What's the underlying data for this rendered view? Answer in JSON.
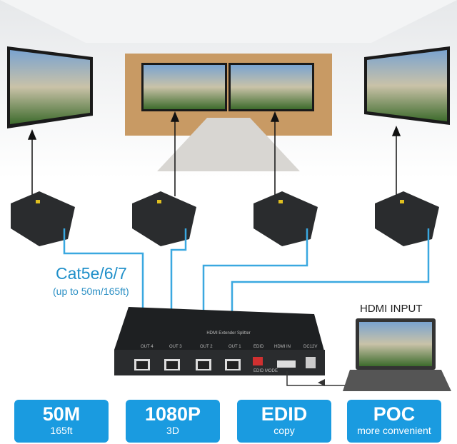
{
  "cable": {
    "title": "Cat5e/6/7",
    "subtitle": "(up to 50m/165ft)"
  },
  "input_label": "HDMI INPUT",
  "device": {
    "name": "HDMI Extender Splitter",
    "ports": [
      "OUT 4",
      "OUT 3",
      "OUT 2",
      "OUT 1",
      "EDID",
      "HDMI IN",
      "DC12V"
    ],
    "edid_mode": "EDID MODE"
  },
  "badges": [
    {
      "title": "50M",
      "subtitle": "165ft"
    },
    {
      "title": "1080P",
      "subtitle": "3D"
    },
    {
      "title": "EDID",
      "subtitle": "copy"
    },
    {
      "title": "POC",
      "subtitle": "more convenient"
    }
  ],
  "colors": {
    "accent": "#1a9be0",
    "cable": "#3aa8e0",
    "device": "#2a2c2e"
  }
}
